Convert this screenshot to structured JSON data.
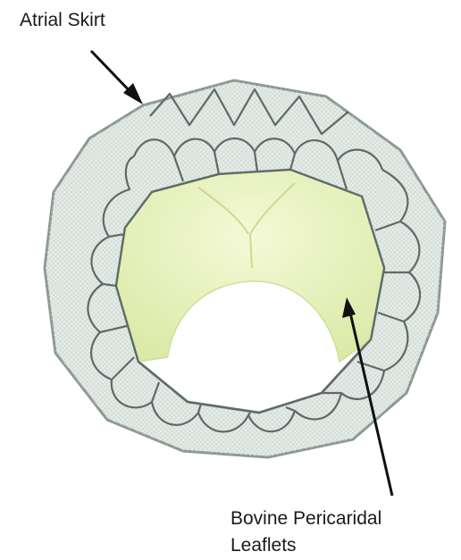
{
  "labels": {
    "atrial_skirt": "Atrial Skirt",
    "leaflets_line1": "Bovine Pericaridal",
    "leaflets_line2": "Leaflets"
  },
  "colors": {
    "frame_stroke": "#5f6a66",
    "skirt_fill": "#dfe8e3",
    "leaflet_fill": "#e9f3c2",
    "leaflet_shadow": "#d6e8a2",
    "arrow": "#111111",
    "text": "#1a1a1a"
  }
}
